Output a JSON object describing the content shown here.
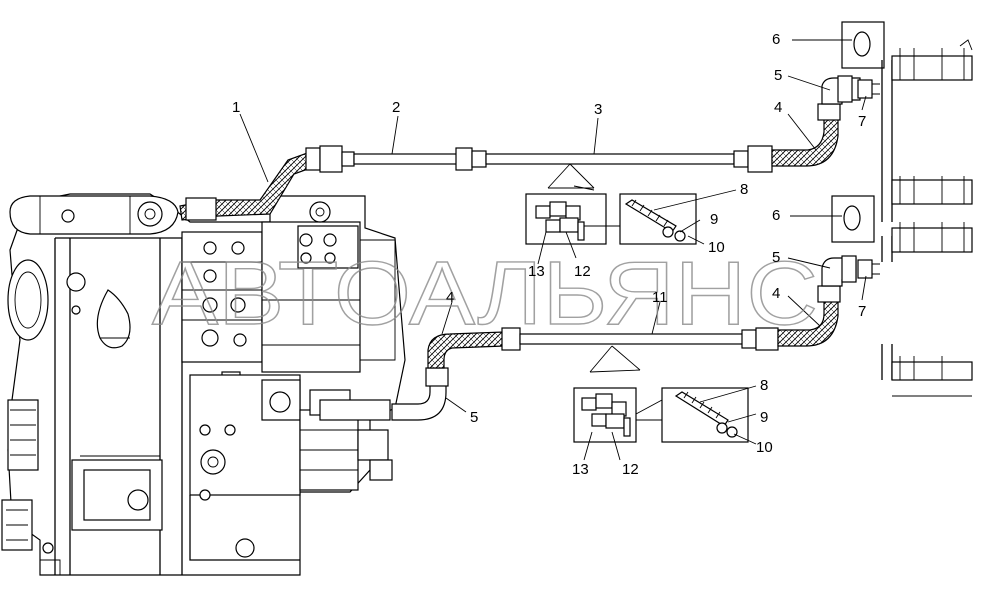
{
  "watermark": "АВТОАЛЬЯНС",
  "callouts": [
    {
      "id": "c1",
      "text": "1"
    },
    {
      "id": "c2",
      "text": "2"
    },
    {
      "id": "c3",
      "text": "3"
    },
    {
      "id": "c4a",
      "text": "4"
    },
    {
      "id": "c5a",
      "text": "5"
    },
    {
      "id": "c6a",
      "text": "6"
    },
    {
      "id": "c7a",
      "text": "7"
    },
    {
      "id": "c8a",
      "text": "8"
    },
    {
      "id": "c9a",
      "text": "9"
    },
    {
      "id": "c10a",
      "text": "10"
    },
    {
      "id": "c12a",
      "text": "12"
    },
    {
      "id": "c13a",
      "text": "13"
    },
    {
      "id": "c6b",
      "text": "6"
    },
    {
      "id": "c5b",
      "text": "5"
    },
    {
      "id": "c4b",
      "text": "4"
    },
    {
      "id": "c7b",
      "text": "7"
    },
    {
      "id": "c4c",
      "text": "4"
    },
    {
      "id": "c11",
      "text": "11"
    },
    {
      "id": "c5c",
      "text": "5"
    },
    {
      "id": "c8b",
      "text": "8"
    },
    {
      "id": "c9b",
      "text": "9"
    },
    {
      "id": "c10b",
      "text": "10"
    },
    {
      "id": "c13b",
      "text": "13"
    },
    {
      "id": "c12b",
      "text": "12"
    }
  ]
}
